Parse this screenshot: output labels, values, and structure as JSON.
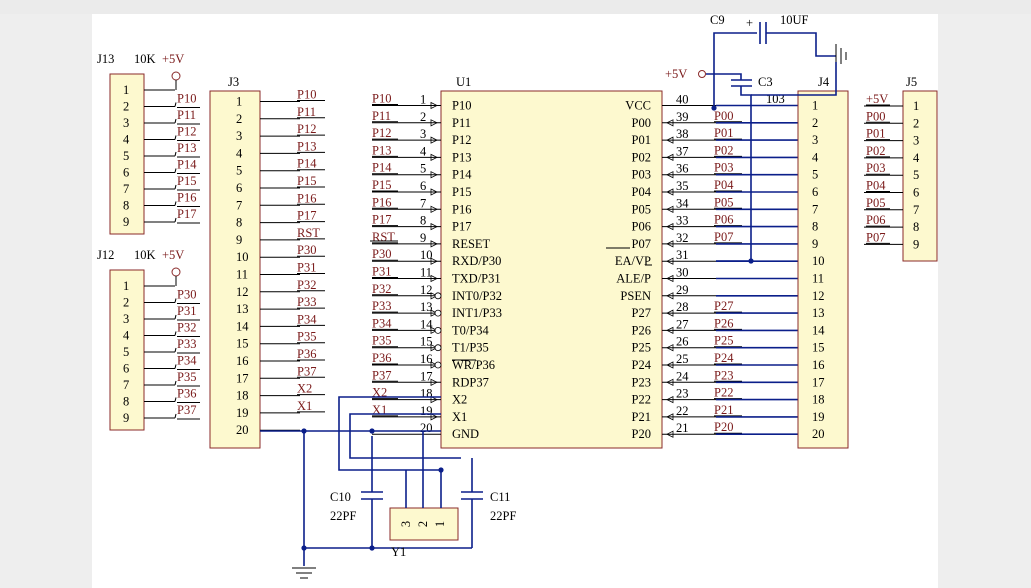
{
  "supply": "+5V",
  "j13": {
    "ref": "J13",
    "res": "10K",
    "vcc": "+5V",
    "pins": [
      "1",
      "2",
      "3",
      "4",
      "5",
      "6",
      "7",
      "8",
      "9"
    ],
    "nets": [
      "P10",
      "P11",
      "P12",
      "P13",
      "P14",
      "P15",
      "P16",
      "P17"
    ]
  },
  "j12": {
    "ref": "J12",
    "res": "10K",
    "vcc": "+5V",
    "pins": [
      "1",
      "2",
      "3",
      "4",
      "5",
      "6",
      "7",
      "8",
      "9"
    ],
    "nets": [
      "P30",
      "P31",
      "P32",
      "P33",
      "P34",
      "P35",
      "P36",
      "P37"
    ]
  },
  "j3": {
    "ref": "J3",
    "pins": [
      "1",
      "2",
      "3",
      "4",
      "5",
      "6",
      "7",
      "8",
      "9",
      "10",
      "11",
      "12",
      "13",
      "14",
      "15",
      "16",
      "17",
      "18",
      "19",
      "20"
    ],
    "nets": [
      "P10",
      "P11",
      "P12",
      "P13",
      "P14",
      "P15",
      "P16",
      "P17",
      "RST",
      "P30",
      "P31",
      "P32",
      "P33",
      "P34",
      "P35",
      "P36",
      "P37",
      "X2",
      "X1",
      ""
    ]
  },
  "u1": {
    "ref": "U1",
    "left_pins": [
      "1",
      "2",
      "3",
      "4",
      "5",
      "6",
      "7",
      "8",
      "9",
      "10",
      "11",
      "12",
      "13",
      "14",
      "15",
      "16",
      "17",
      "18",
      "19",
      "20"
    ],
    "left_names": [
      "P10",
      "P11",
      "P12",
      "P13",
      "P14",
      "P15",
      "P16",
      "P17",
      "RESET",
      "RXD/P30",
      "TXD/P31",
      "INT0/P32",
      "INT1/P33",
      "T0/P34",
      "T1/P35",
      "WR/P36",
      "RDP37",
      "X2",
      "X1",
      "GND"
    ],
    "left_nets": [
      "P10",
      "P11",
      "P12",
      "P13",
      "P14",
      "P15",
      "P16",
      "P17",
      "RST",
      "P30",
      "P31",
      "P32",
      "P33",
      "P34",
      "P35",
      "P36",
      "P37",
      "X2",
      "X1",
      ""
    ],
    "right_pins": [
      "40",
      "39",
      "38",
      "37",
      "36",
      "35",
      "34",
      "33",
      "32",
      "31",
      "30",
      "29",
      "28",
      "27",
      "26",
      "25",
      "24",
      "23",
      "22",
      "21"
    ],
    "right_names": [
      "VCC",
      "P00",
      "P01",
      "P02",
      "P03",
      "P04",
      "P05",
      "P06",
      "P07",
      "EA/VP",
      "ALE/P",
      "PSEN",
      "P27",
      "P26",
      "P25",
      "P24",
      "P23",
      "P22",
      "P21",
      "P20"
    ],
    "right_nets": [
      "",
      "P00",
      "P01",
      "P02",
      "P03",
      "P04",
      "P05",
      "P06",
      "P07",
      "",
      "",
      "",
      "P27",
      "P26",
      "P25",
      "P24",
      "P23",
      "P22",
      "P21",
      "P20"
    ]
  },
  "j4": {
    "ref": "J4",
    "pins": [
      "1",
      "2",
      "3",
      "4",
      "5",
      "6",
      "7",
      "8",
      "9",
      "10",
      "11",
      "12",
      "13",
      "14",
      "15",
      "16",
      "17",
      "18",
      "19",
      "20"
    ]
  },
  "j5": {
    "ref": "J5",
    "pins": [
      "1",
      "2",
      "3",
      "4",
      "5",
      "6",
      "7",
      "8",
      "9"
    ],
    "nets": [
      "+5V",
      "P00",
      "P01",
      "P02",
      "P03",
      "P04",
      "P05",
      "P06",
      "P07"
    ]
  },
  "c9": {
    "ref": "C9",
    "value": "10UF"
  },
  "c3": {
    "ref": "C3",
    "value": "103"
  },
  "c10": {
    "ref": "C10",
    "value": "22PF"
  },
  "c11": {
    "ref": "C11",
    "value": "22PF"
  },
  "y1": {
    "ref": "Y1",
    "pins": [
      "3",
      "2",
      "1"
    ]
  },
  "colors": {
    "wire": "#0b1f8a",
    "net_label": "#7a1a1a",
    "body_fill": "#fdf9cf",
    "body_border": "#8a2a2a"
  }
}
